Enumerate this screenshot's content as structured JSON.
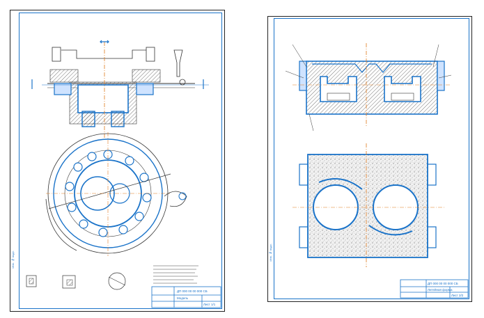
{
  "sheets": [
    {
      "title_block": {
        "designation": "ДП 000 00 00 000 СБ",
        "name": "Модель",
        "sheet_label": "Лист 1/1"
      },
      "side_stamp": "Инв. № подл."
    },
    {
      "title_block": {
        "designation": "ДП 000 00 00 000 СБ",
        "name": "Литейная форма",
        "sheet_label": "Лист 2/2"
      },
      "side_stamp": "Инв. № подл."
    }
  ],
  "colors": {
    "frame": "#1a73c9",
    "contour": "#1a73c9",
    "axis": "#e07a1f",
    "hatch": "#444444",
    "fill_cavity": "#9ec9ff"
  }
}
